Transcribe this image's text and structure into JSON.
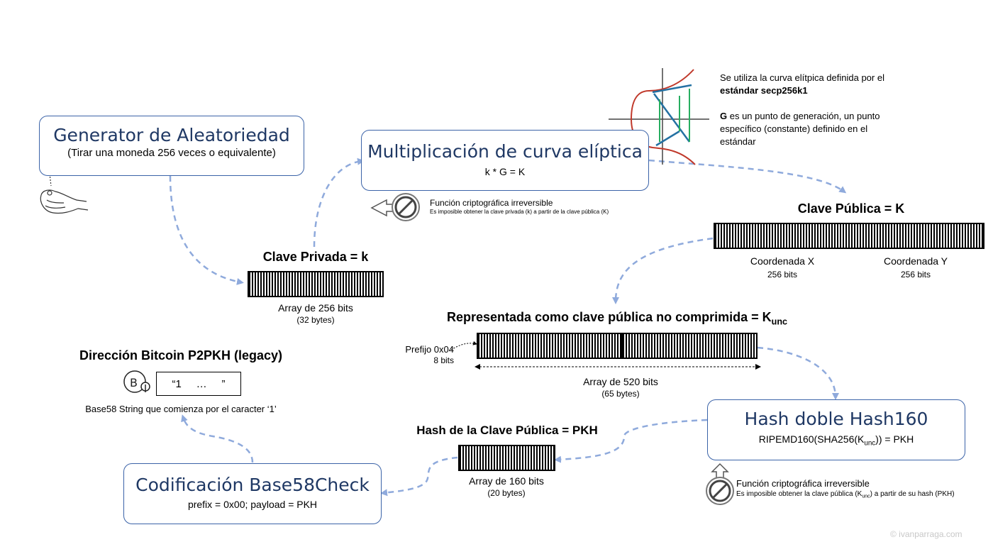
{
  "boxes": {
    "random_gen": {
      "title": "Generator de Aleatoriedad",
      "subtitle": "(Tirar una moneda 256 veces o equivalente)"
    },
    "ec_mult": {
      "title": "Multiplicación de curva elíptica",
      "subtitle": "k * G = K"
    },
    "hash_doble": {
      "title": "Hash doble Hash160",
      "subtitle_pre": "RIPEMD160(SHA256(K",
      "subtitle_sub": "unc",
      "subtitle_post": ")) = PKH"
    },
    "base58": {
      "title": "Codificación Base58Check",
      "subtitle": "prefix = 0x00; payload = PKH"
    }
  },
  "private_key": {
    "title": "Clave Privada = k",
    "caption": "Array de 256 bits",
    "caption2": "(32 bytes)"
  },
  "public_key": {
    "title": "Clave Pública = K",
    "x_label": "Coordenada X",
    "x_bits": "256 bits",
    "y_label": "Coordenada Y",
    "y_bits": "256 bits"
  },
  "uncompressed": {
    "title_pre": "Representada como clave pública no comprimida = K",
    "title_sub": "unc",
    "prefix_label": "Prefijo 0x04",
    "prefix_bits": "8 bits",
    "caption": "Array de 520 bits",
    "caption2": "(65 bytes)"
  },
  "pkh": {
    "title": "Hash de la Clave Pública = PKH",
    "caption": "Array de 160 bits",
    "caption2": "(20 bytes)"
  },
  "address": {
    "title": "Dirección Bitcoin P2PKH (legacy)",
    "value": "“1     …     ”",
    "caption": "Base58 String que comienza por el caracter ‘1’"
  },
  "irreversible_1": {
    "title": "Función criptográfica irreversible",
    "desc": "Es imposible obtener la clave privada (k) a partir de la clave pública (K)"
  },
  "irreversible_2": {
    "title": "Función criptográfica irreversible",
    "desc_pre": "Es imposible obtener la clave pública (K",
    "desc_sub": "unc",
    "desc_post": ") a partir de su hash (PKH)"
  },
  "curve_note": {
    "line1": "Se utiliza la curva elítpica definida por el",
    "line2": "estándar secp256k1",
    "p2_bold": "G",
    "p2_rest1": " es un punto de generación, un punto",
    "p2_line2": "específico (constante) definido en el",
    "p2_line3": "estándar"
  },
  "watermark": "© ivanparraga.com",
  "colors": {
    "box_border": "#3b63a8",
    "title": "#1f3864",
    "arrow": "#8faadc"
  }
}
